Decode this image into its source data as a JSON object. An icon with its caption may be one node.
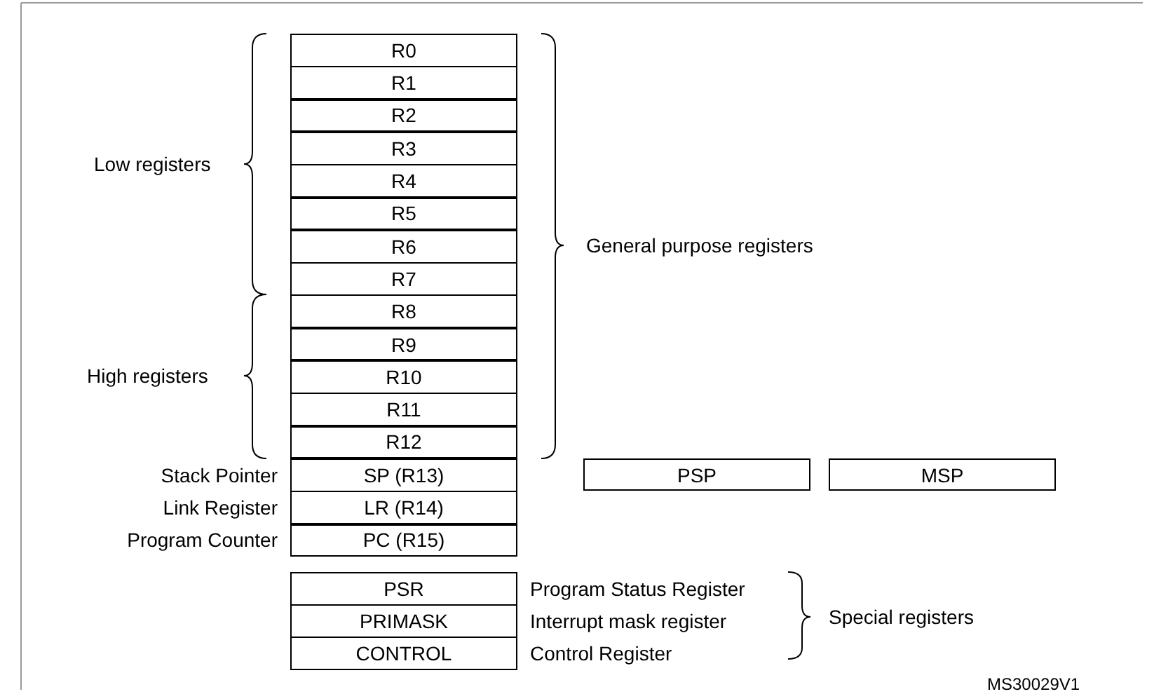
{
  "diagram": {
    "nodes": [
      {
        "text": [
          "R0"
        ]
      },
      {
        "text": [
          "R1"
        ]
      },
      {
        "text": [
          "R2"
        ]
      },
      {
        "text": [
          "R3"
        ]
      },
      {
        "text": [
          "R4"
        ]
      },
      {
        "text": [
          "R5"
        ]
      },
      {
        "text": [
          "R6"
        ]
      },
      {
        "text": [
          "R7"
        ]
      },
      {
        "text": [
          "R8"
        ]
      },
      {
        "text": [
          "R9"
        ]
      },
      {
        "text": [
          "R10"
        ]
      },
      {
        "text": [
          "R11"
        ]
      },
      {
        "text": [
          "R12"
        ]
      },
      {
        "text": [
          "SP (R13)"
        ],
        "beside": [
          "Stack Pointer"
        ]
      },
      {
        "text": [
          "PSP"
        ]
      },
      {
        "text": [
          "MSP"
        ]
      },
      {
        "text": [
          "LR (R14)"
        ],
        "beside": [
          "Link Register"
        ]
      },
      {
        "text": [
          "PC (R15)"
        ],
        "beside": [
          "Program Counter"
        ]
      },
      {
        "text": [
          "PSR"
        ],
        "beside": [
          "Program Status Register"
        ]
      },
      {
        "text": [
          "PRIMASK"
        ],
        "beside": [
          "Interrupt mask register"
        ]
      },
      {
        "text": [
          "CONTROL"
        ],
        "beside": [
          "Control Register"
        ]
      }
    ],
    "labels": [
      "Low registers",
      "General purpose registers",
      "High registers",
      "Special registers",
      "MS30029V1"
    ]
  }
}
